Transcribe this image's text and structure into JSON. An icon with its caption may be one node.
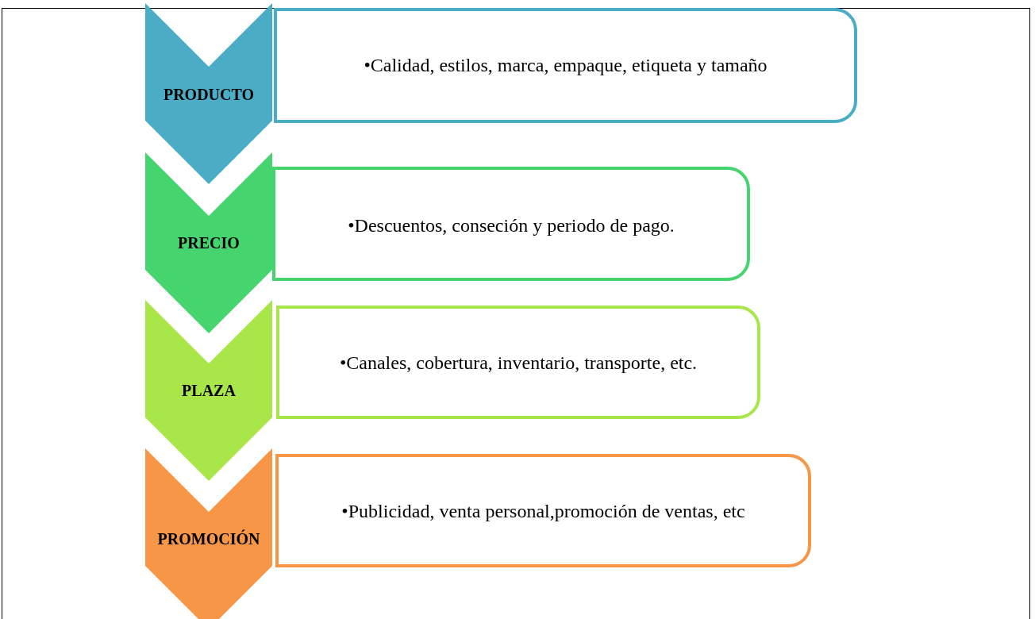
{
  "diagram": {
    "nodes": [
      {
        "text": [
          "PRODUCTO"
        ]
      },
      {
        "text": [
          "•Calidad, estilos, marca, empaque, etiqueta y tamaño"
        ]
      },
      {
        "text": [
          "PRECIO"
        ]
      },
      {
        "text": [
          "•Descuentos, conseción y periodo de pago."
        ]
      },
      {
        "text": [
          "PLAZA"
        ]
      },
      {
        "text": [
          "•Canales, cobertura, inventario, transporte, etc."
        ]
      },
      {
        "text": [
          "PROMOCIÓN"
        ]
      },
      {
        "text": [
          "•Publicidad, venta personal,promoción de ventas, etc"
        ]
      }
    ]
  }
}
